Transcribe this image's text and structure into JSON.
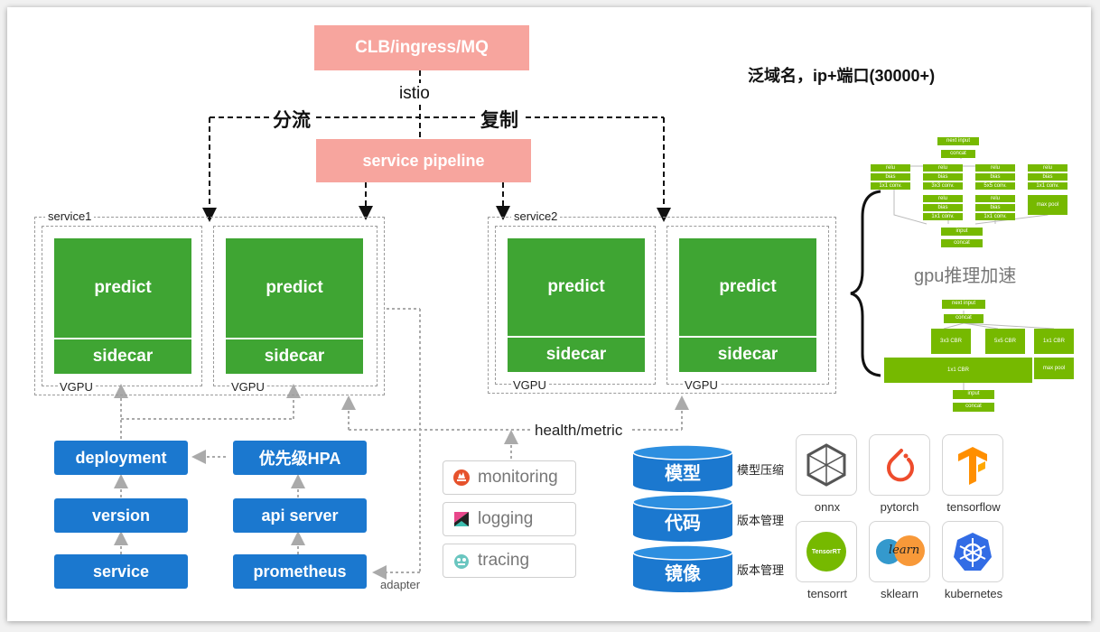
{
  "top": {
    "clb": "CLB/ingress/MQ",
    "istio": "istio",
    "split": "分流",
    "copy": "复制",
    "pipeline": "service pipeline",
    "domain_note": "泛域名，ip+端口(30000+)"
  },
  "service1": {
    "title": "service1",
    "pods": [
      {
        "predict": "predict",
        "sidecar": "sidecar",
        "vgpu": "VGPU"
      },
      {
        "predict": "predict",
        "sidecar": "sidecar",
        "vgpu": "VGPU"
      }
    ]
  },
  "service2": {
    "title": "service2",
    "pods": [
      {
        "predict": "predict",
        "sidecar": "sidecar",
        "vgpu": "VGPU"
      },
      {
        "predict": "predict",
        "sidecar": "sidecar",
        "vgpu": "VGPU"
      }
    ]
  },
  "k8s": {
    "deployment": "deployment",
    "version": "version",
    "service": "service",
    "hpa": "优先级HPA",
    "apiserver": "api server",
    "prometheus": "prometheus",
    "adapter": "adapter"
  },
  "observability": {
    "health": "health/metric",
    "monitoring": "monitoring",
    "logging": "logging",
    "tracing": "tracing"
  },
  "storage": [
    {
      "name": "模型",
      "note": "模型压缩"
    },
    {
      "name": "代码",
      "note": "版本管理"
    },
    {
      "name": "镜像",
      "note": "版本管理"
    }
  ],
  "frameworks": {
    "onnx": "onnx",
    "pytorch": "pytorch",
    "tensorflow": "tensorflow",
    "tensorrt": "tensorrt",
    "tensorrt_logo": "TensorRT",
    "sklearn": "sklearn",
    "sklearn_logo": "learn",
    "kubernetes": "kubernetes"
  },
  "gpu": {
    "title": "gpu推理加速",
    "net1": {
      "next_input": "next input",
      "concat": "concat",
      "relu": "relu",
      "bias": "bias",
      "conv1": "1x1 conv.",
      "conv3": "3x3 conv.",
      "conv5": "5x5 conv.",
      "maxpool": "max pool",
      "input": "input"
    },
    "net2": {
      "next_input": "next input",
      "concat": "concat",
      "cbr3": "3x3 CBR",
      "cbr5": "5x5 CBR",
      "cbr1": "1x1 CBR",
      "maxpool": "max pool",
      "input": "input"
    }
  },
  "colors": {
    "pink": "#f7a59e",
    "green": "#3fa533",
    "blue": "#1b78cf",
    "nvidia": "#76b900"
  }
}
